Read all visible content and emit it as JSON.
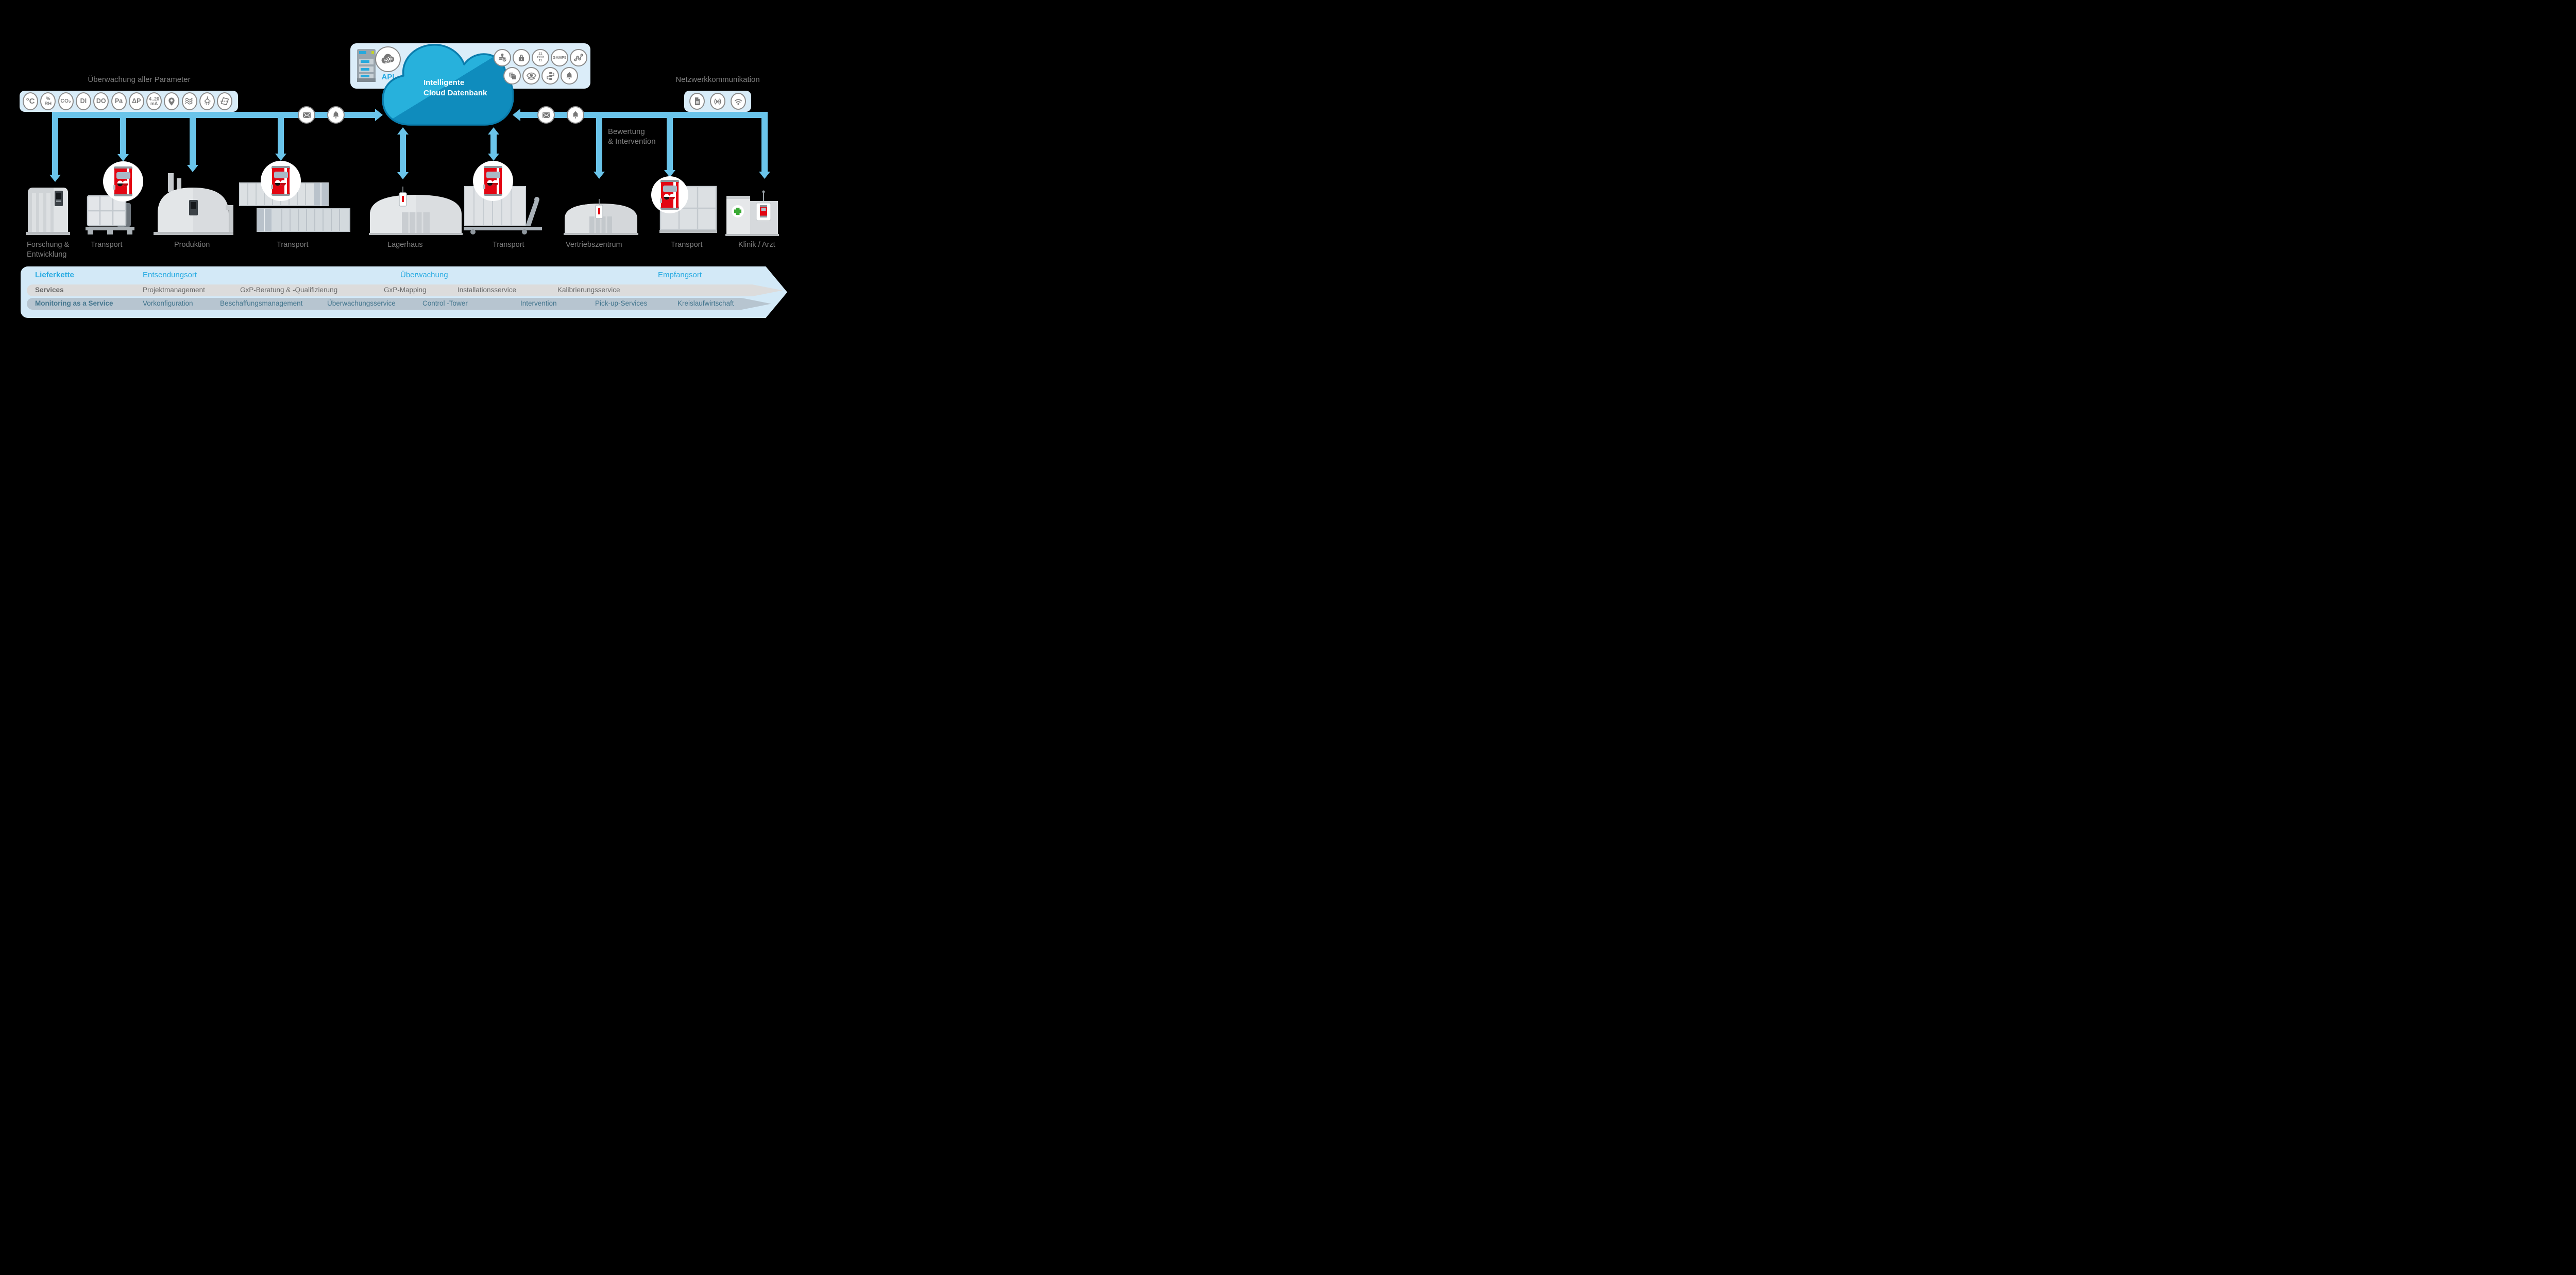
{
  "title_left": "Überwachung aller Parameter",
  "title_right": "Netzwerkkommunikation",
  "bewertung": {
    "line1": "Bewertung",
    "line2": "& Intervention"
  },
  "cloud": {
    "name_line1": "Intelligente",
    "name_line2": "Cloud Datenbank",
    "api": "API"
  },
  "sensors": [
    {
      "name": "temperature-icon",
      "kind": "text",
      "label": "°C",
      "size": 15
    },
    {
      "name": "humidity-icon",
      "kind": "stack",
      "lines": [
        "%",
        "RH"
      ],
      "size": 9.5
    },
    {
      "name": "co2-icon",
      "kind": "text",
      "label": "CO₂",
      "size": 10.5
    },
    {
      "name": "digital-input-icon",
      "kind": "text",
      "label": "DI",
      "size": 12.5
    },
    {
      "name": "digital-output-icon",
      "kind": "text",
      "label": "DO",
      "size": 12.5
    },
    {
      "name": "pressure-icon",
      "kind": "text",
      "label": "Pa",
      "size": 12.5
    },
    {
      "name": "differential-pressure-icon",
      "kind": "text",
      "label": "ΔP",
      "size": 12.5
    },
    {
      "name": "current-loop-icon",
      "kind": "stack",
      "lines": [
        "4..20",
        "mA"
      ],
      "size": 9
    },
    {
      "name": "location-pin-icon",
      "kind": "icon",
      "icon": "pin"
    },
    {
      "name": "airflow-icon",
      "kind": "icon",
      "icon": "waves"
    },
    {
      "name": "light-icon",
      "kind": "icon",
      "icon": "bulb"
    },
    {
      "name": "tilt-icon",
      "kind": "icon",
      "icon": "tilt"
    }
  ],
  "network_icons": [
    {
      "name": "document-icon",
      "icon": "doc"
    },
    {
      "name": "broadcast-icon",
      "icon": "broadcast"
    },
    {
      "name": "wifi-icon",
      "icon": "wifi"
    }
  ],
  "compliance_row1": [
    {
      "name": "stamp-approval-icon",
      "kind": "icon",
      "icon": "stamp"
    },
    {
      "name": "lock-icon",
      "kind": "icon",
      "icon": "lock"
    },
    {
      "name": "cfr-21-11-badge",
      "kind": "stack",
      "lines": [
        "21",
        "CFR",
        "11"
      ],
      "size": 6.5
    },
    {
      "name": "gamp5-badge",
      "kind": "text",
      "label": "GAMP5",
      "size": 7.5
    },
    {
      "name": "analytics-icon",
      "kind": "icon",
      "icon": "analytics"
    },
    {
      "name": "copies-icon",
      "kind": "icon",
      "icon": "copies"
    },
    {
      "name": "eye-icon",
      "kind": "icon",
      "icon": "eye"
    },
    {
      "name": "workflow-icon",
      "kind": "icon",
      "icon": "workflow"
    },
    {
      "name": "alert-bell-icon",
      "kind": "icon",
      "icon": "bell"
    }
  ],
  "message_icons": [
    {
      "name": "envelope-icon",
      "icon": "envelope"
    },
    {
      "name": "alert-bell-icon",
      "icon": "bell"
    }
  ],
  "facilities": [
    {
      "name": "facility-forschung-entwicklung",
      "label": "Forschung &\nEntwicklung"
    },
    {
      "name": "facility-transport-1",
      "label": "Transport"
    },
    {
      "name": "facility-produktion",
      "label": "Produktion"
    },
    {
      "name": "facility-transport-2",
      "label": "Transport"
    },
    {
      "name": "facility-lagerhaus",
      "label": "Lagerhaus"
    },
    {
      "name": "facility-transport-3",
      "label": "Transport"
    },
    {
      "name": "facility-vertriebszentrum",
      "label": "Vertriebszentrum"
    },
    {
      "name": "facility-transport-4",
      "label": "Transport"
    },
    {
      "name": "facility-klinik-arzt",
      "label": "Klinik / Arzt"
    }
  ],
  "banner": {
    "rows": [
      {
        "id": "lieferkette",
        "header": "Lieferkette",
        "items": [
          "Entsendungsort",
          "Überwachung",
          "Empfangsort"
        ]
      },
      {
        "id": "services",
        "header": "Services",
        "items": [
          "Projektmanagement",
          "GxP-Beratung & -Qualifizierung",
          "GxP-Mapping",
          "Installationsservice",
          "Kalibrierungsservice"
        ]
      },
      {
        "id": "monitoring-as-a-service",
        "header": "Monitoring as a Service",
        "items": [
          "Vorkonfiguration",
          "Beschaffungsmanagement",
          "Überwachungsservice",
          "Control -Tower",
          "Intervention",
          "Pick-up-Services",
          "Kreislaufwirtschaft"
        ]
      }
    ]
  },
  "colors": {
    "accent_blue": "#29abe2",
    "arrow_blue": "#6ac4ea",
    "cloud_light": "#27b1dc",
    "cloud_dark": "#0f8cbd",
    "cloud_stroke": "#0a7dad",
    "panel_blue": "#dbedf9",
    "banner_blue": "#d3e9f7",
    "bar_gray": "#dcdcdc",
    "bar_slate": "#b7c5d0",
    "text_gray": "#7f7f7f",
    "logger_red": "#e30613",
    "maas_text": "#44768e",
    "clinic_green": "#3aaa35"
  }
}
